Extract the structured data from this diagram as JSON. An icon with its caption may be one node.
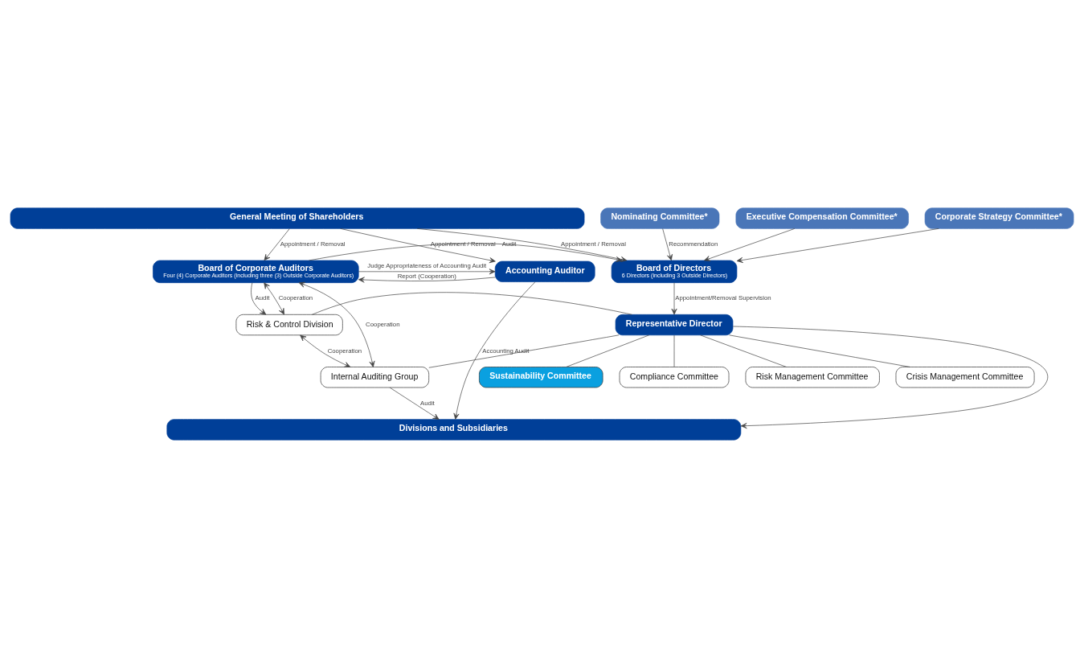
{
  "diagram": {
    "nodes": [
      {
        "text": [
          "General Meeting of Shareholders"
        ]
      },
      {
        "text": [
          "Board of Corporate Auditors",
          "Four (4) Corporate Auditors (including three (3) Outside Corporate Auditors)"
        ]
      },
      {
        "text": [
          "Board of Directors",
          "6 Directors (including 3 Outside Directors)"
        ]
      },
      {
        "text": [
          "Accounting Auditor"
        ]
      },
      {
        "text": [
          "Nominating Committee*"
        ]
      },
      {
        "text": [
          "Executive Compensation Committee*"
        ]
      },
      {
        "text": [
          "Corporate Strategy Committee*"
        ]
      },
      {
        "text": [
          "Risk & Control Division"
        ]
      },
      {
        "text": [
          "Internal Auditing Group"
        ]
      },
      {
        "text": [
          "Representative Director"
        ]
      },
      {
        "text": [
          "Sustainability Committee"
        ]
      },
      {
        "text": [
          "Compliance Committee"
        ]
      },
      {
        "text": [
          "Risk Management Committee"
        ]
      },
      {
        "text": [
          "Crisis Management Committee"
        ]
      },
      {
        "text": [
          "Divisions and Subsidiaries"
        ]
      }
    ],
    "edges": [
      {
        "from": 0,
        "to": 1,
        "arrow": "to",
        "label": "Appointment / Removal"
      },
      {
        "from": 0,
        "to": 2,
        "arrow": "to",
        "label": "Appointment / Removal"
      },
      {
        "from": 0,
        "to": 3,
        "arrow": "to",
        "label": "Appointment / Removal"
      },
      {
        "from": 1,
        "to": 2,
        "arrow": "to",
        "label": "Audit"
      },
      {
        "from": 1,
        "to": 3,
        "arrow": "to",
        "label": "Judge Appropriateness of Accounting Audit"
      },
      {
        "from": 3,
        "to": 1,
        "arrow": "to",
        "label": "Report (Cooperation)"
      },
      {
        "from": 4,
        "to": 2,
        "arrow": "to",
        "label": "Recommendation"
      },
      {
        "from": 5,
        "to": 2,
        "arrow": "to"
      },
      {
        "from": 6,
        "to": 2,
        "arrow": "to"
      },
      {
        "from": 2,
        "to": 9,
        "arrow": "to",
        "label": "Appointment/Removal Supervision"
      },
      {
        "from": 3,
        "to": 14,
        "arrow": "to",
        "label": "Accounting Audit"
      },
      {
        "from": 1,
        "to": 7,
        "arrow": "to",
        "label": "Audit"
      },
      {
        "from": 1,
        "to": 7,
        "arrow": "both",
        "label": "Cooperation"
      },
      {
        "from": 1,
        "to": 8,
        "arrow": "both",
        "label": "Cooperation"
      },
      {
        "from": 7,
        "to": 8,
        "arrow": "both",
        "label": "Cooperation"
      },
      {
        "from": 7,
        "to": 9,
        "arrow": "none"
      },
      {
        "from": 8,
        "to": 9,
        "arrow": "none"
      },
      {
        "from": 8,
        "to": 14,
        "arrow": "to",
        "label": "Audit"
      },
      {
        "from": 9,
        "to": 14,
        "arrow": "to"
      },
      {
        "from": 9,
        "to": 10,
        "arrow": "none"
      },
      {
        "from": 9,
        "to": 11,
        "arrow": "none"
      },
      {
        "from": 9,
        "to": 12,
        "arrow": "none"
      },
      {
        "from": 9,
        "to": 13,
        "arrow": "none"
      }
    ]
  }
}
